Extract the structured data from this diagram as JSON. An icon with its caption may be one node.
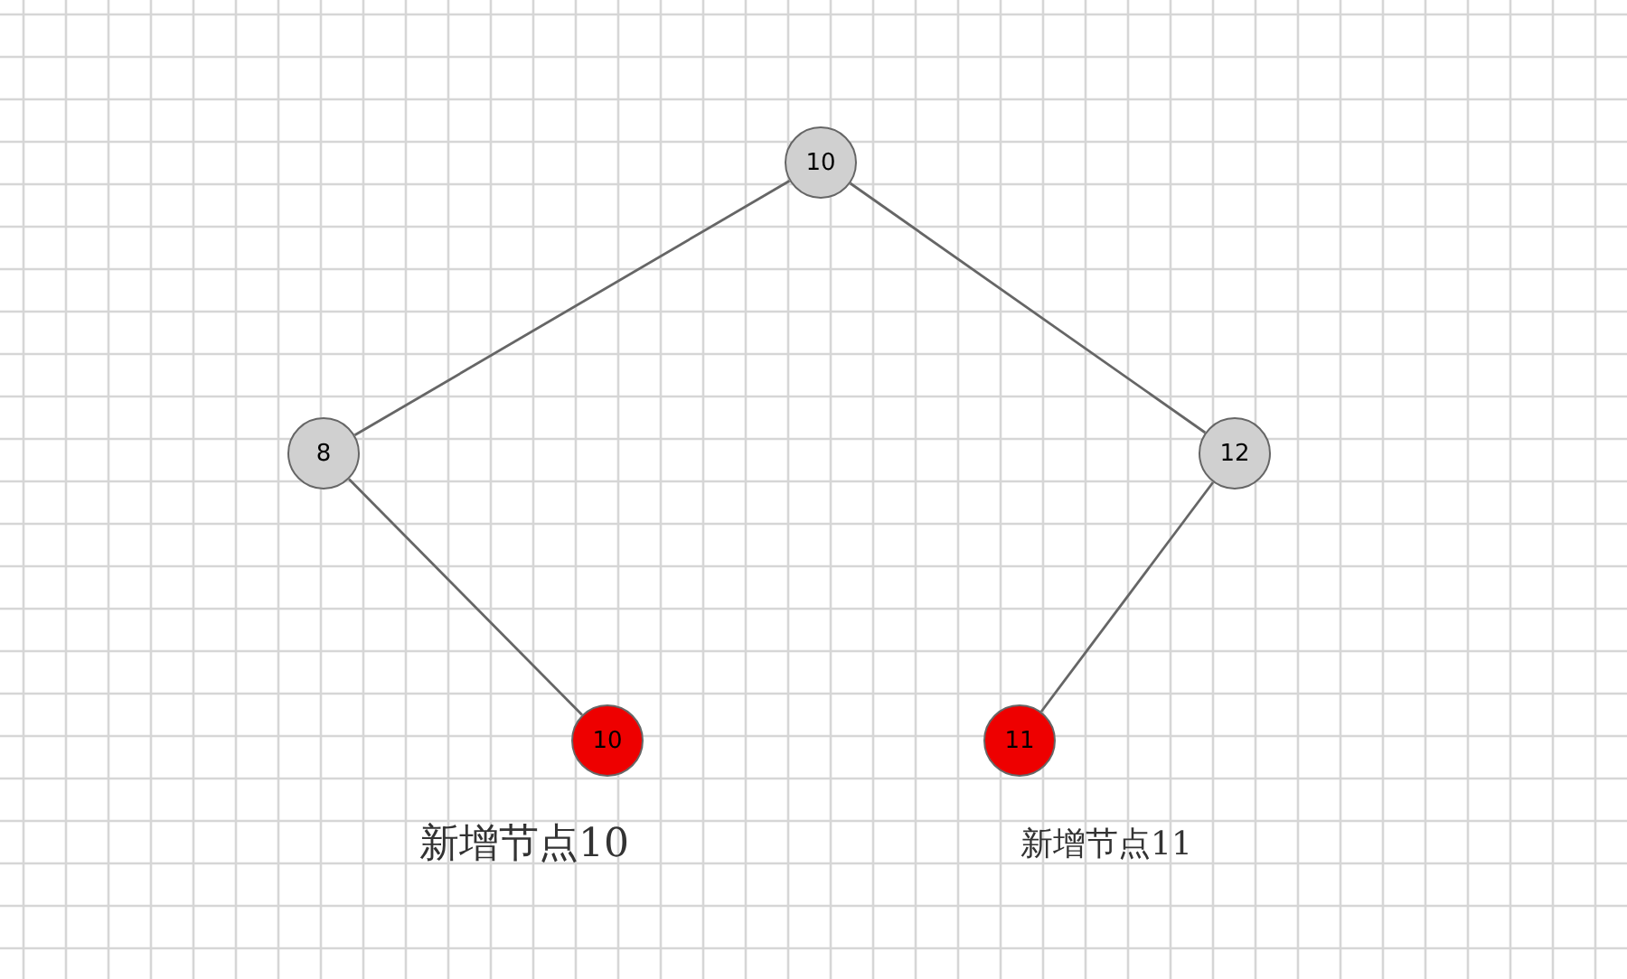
{
  "diagram": {
    "nodes": [
      {
        "text": [
          "10"
        ]
      },
      {
        "text": [
          "8"
        ]
      },
      {
        "text": [
          "12"
        ]
      },
      {
        "text": [
          "10"
        ],
        "beside": [
          "新增节点10"
        ]
      },
      {
        "text": [
          "11"
        ],
        "beside": [
          "新增节点11"
        ]
      }
    ],
    "edges": [
      {
        "from": 0,
        "to": 1,
        "arrow": "none"
      },
      {
        "from": 0,
        "to": 2,
        "arrow": "none"
      },
      {
        "from": 1,
        "to": 3,
        "arrow": "none"
      },
      {
        "from": 2,
        "to": 4,
        "arrow": "none"
      }
    ]
  }
}
